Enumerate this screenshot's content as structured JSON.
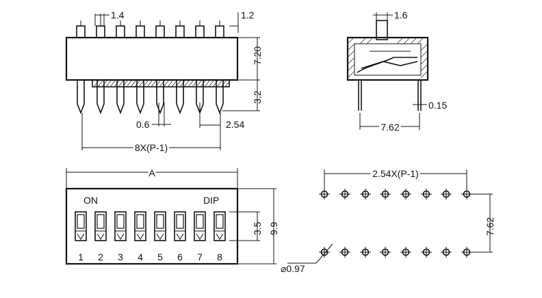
{
  "views": {
    "front": {
      "pin_pitch_label": "1.4",
      "lead_thickness_label": "1.2",
      "body_height_label": "7.20",
      "lead_length_label": "3.2",
      "lead_width_label": "0.6",
      "pitch_label": "2.54",
      "span_label": "8X(P-1)"
    },
    "side": {
      "actuator_width_label": "1.6",
      "lead_label": "0.15",
      "row_spacing_label": "7.62"
    },
    "top": {
      "length_label": "A",
      "on_label": "ON",
      "dip_label": "DIP",
      "switch_height_label": "3.5",
      "body_width_label": "9.9",
      "switch_numbers": [
        "1",
        "2",
        "3",
        "4",
        "5",
        "6",
        "7",
        "8"
      ]
    },
    "footprint": {
      "span_label": "2.54X(P-1)",
      "row_spacing_label": "7.62",
      "hole_diameter_label": "⌀0.97"
    }
  }
}
